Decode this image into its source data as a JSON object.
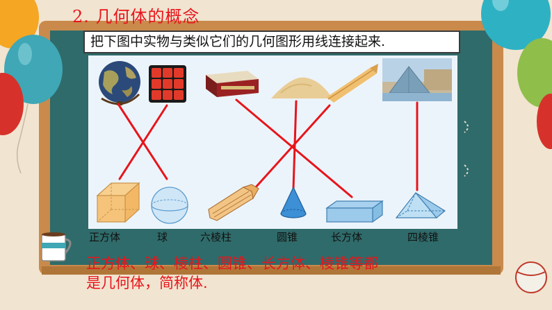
{
  "title": "2. 几何体的概念",
  "instruction": "把下图中实物与类似它们的几何图形用线连接起来.",
  "objects": [
    {
      "name": "地球仪",
      "icon": "globe-icon"
    },
    {
      "name": "魔方",
      "icon": "rubiks-cube-icon"
    },
    {
      "name": "书",
      "icon": "book-icon"
    },
    {
      "name": "沙堆",
      "icon": "sand-pile-icon"
    },
    {
      "name": "铅笔",
      "icon": "pencil-icon"
    },
    {
      "name": "金字塔",
      "icon": "pyramid-building-icon"
    }
  ],
  "shapes": [
    {
      "label": "正方体",
      "icon": "cube-icon"
    },
    {
      "label": "球",
      "icon": "sphere-icon"
    },
    {
      "label": "六棱柱",
      "icon": "hexagonal-prism-icon"
    },
    {
      "label": "圆锥",
      "icon": "cone-icon"
    },
    {
      "label": "长方体",
      "icon": "cuboid-icon"
    },
    {
      "label": "四棱锥",
      "icon": "square-pyramid-icon"
    }
  ],
  "connections": [
    {
      "object": "地球仪",
      "shape": "球"
    },
    {
      "object": "魔方",
      "shape": "正方体"
    },
    {
      "object": "书",
      "shape": "长方体"
    },
    {
      "object": "沙堆",
      "shape": "圆锥"
    },
    {
      "object": "铅笔",
      "shape": "六棱柱"
    },
    {
      "object": "金字塔",
      "shape": "四棱锥"
    }
  ],
  "conclusion": {
    "line1": "正方体、球、棱柱、圆锥、长方体、棱锥等都",
    "line2": "是几何体，简称体."
  },
  "colors": {
    "title": "#e8141b",
    "lines": "#e8141b",
    "board": "#2f6b6a",
    "frame": "#c98a4b"
  }
}
